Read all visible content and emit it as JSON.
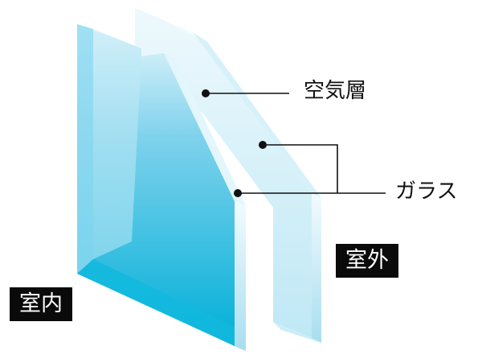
{
  "labels": {
    "air_layer": "空気層",
    "glass": "ガラス",
    "outdoor": "室外",
    "indoor": "室内"
  },
  "colors": {
    "glass_face_top": "#dff3fb",
    "glass_face_bottom": "#00b4dc",
    "glass_edge": "#9fdcef",
    "leader_line": "#111111",
    "tag_background": "#0a0a0a"
  }
}
